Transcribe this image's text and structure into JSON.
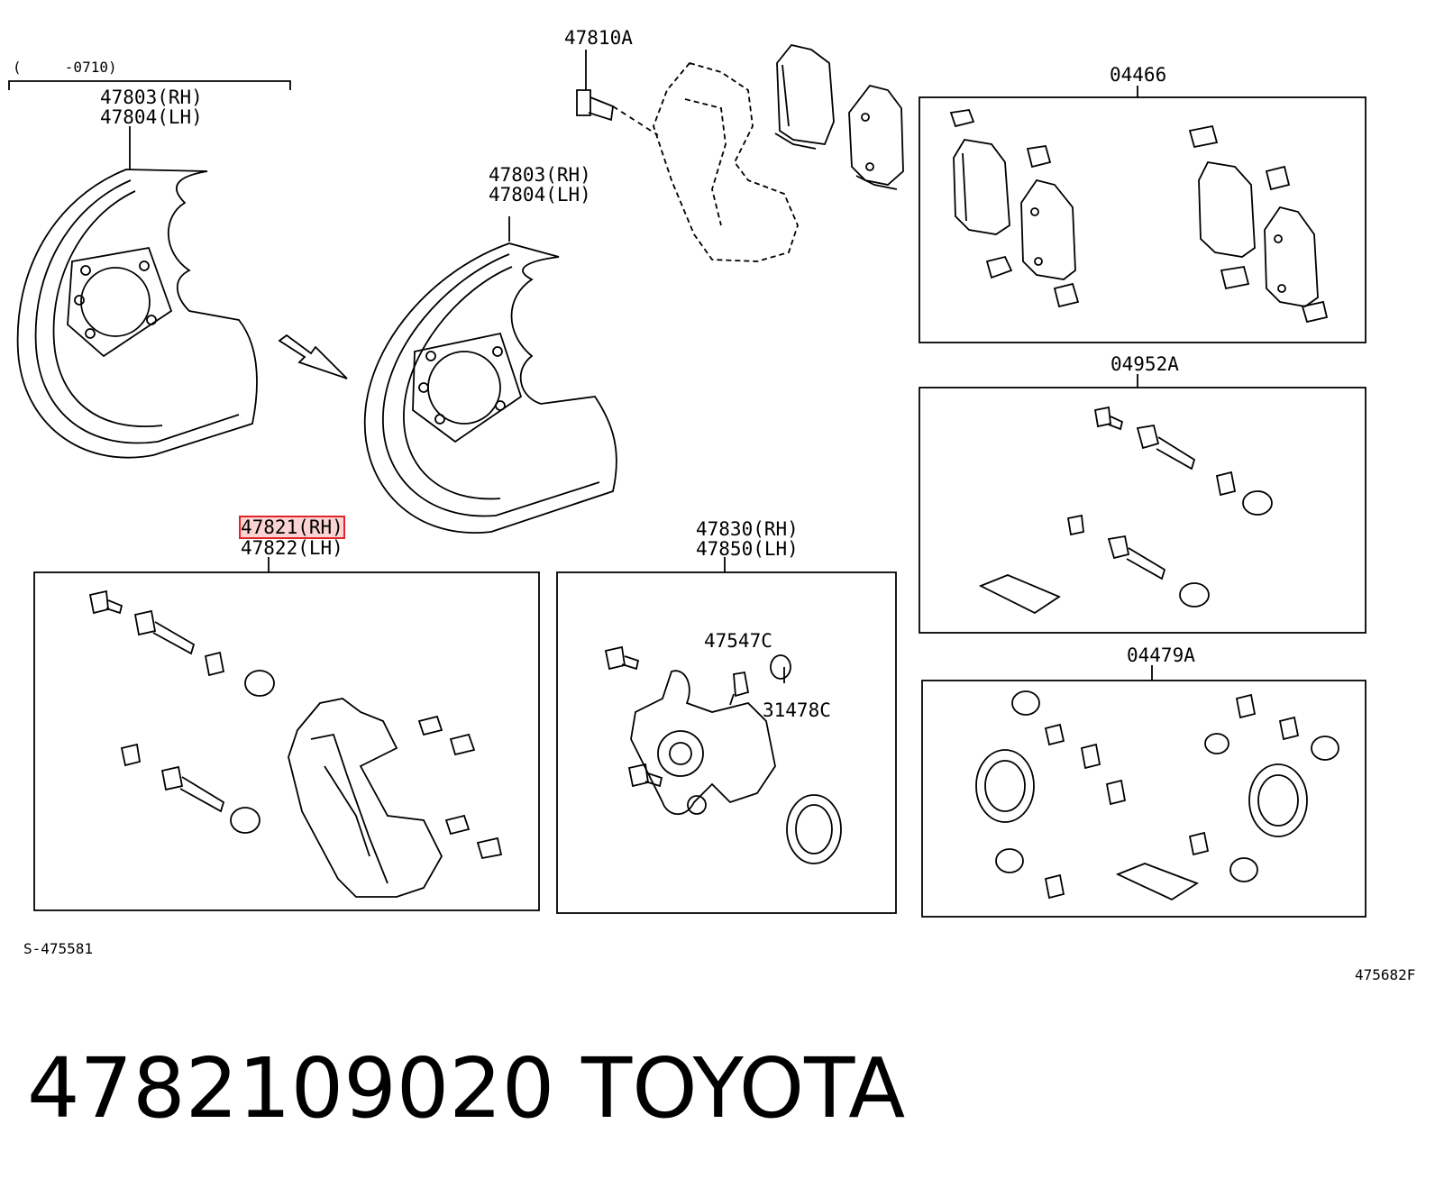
{
  "diagram": {
    "date_range_label": "(     -0710)",
    "backing_plate_old": {
      "rh": "47803(RH)",
      "lh": "47804(LH)"
    },
    "backing_plate_new": {
      "rh": "47803(RH)",
      "lh": "47804(LH)"
    },
    "bolt_part": "47810A",
    "pad_kit": "04466",
    "pin_kit": "04952A",
    "seal_kit": "04479A",
    "carrier": {
      "rh": "47821(RH)",
      "lh": "47822(LH)"
    },
    "caliper": {
      "rh": "47830(RH)",
      "lh": "47850(LH)"
    },
    "bleeder": "47547C",
    "bleeder_cap": "31478C",
    "diagram_code_left": "S-475581",
    "diagram_code_right": "475682F"
  },
  "footer": {
    "part_number": "4782109020",
    "brand": "TOYOTA"
  }
}
